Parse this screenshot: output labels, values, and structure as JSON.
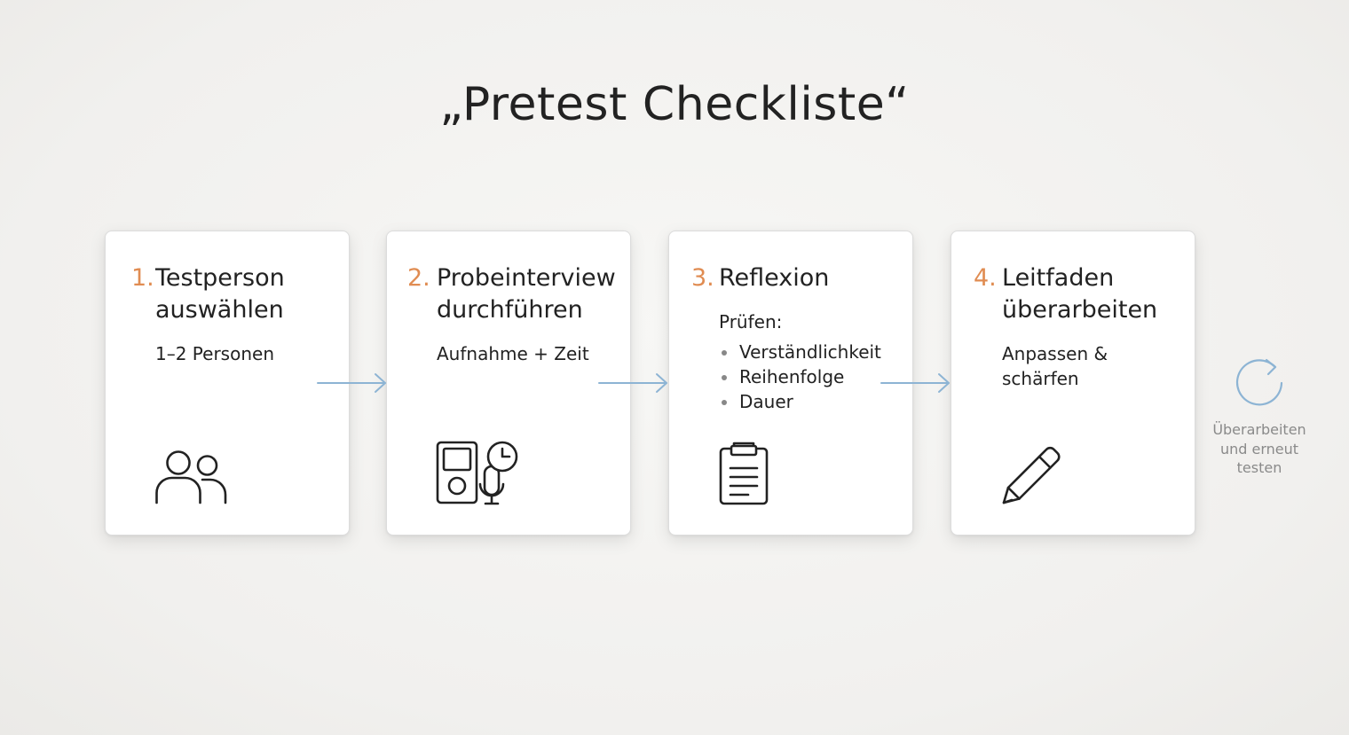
{
  "title": "„Pretest Checkliste“",
  "steps": [
    {
      "number": "1.",
      "title": "Testperson auswählen",
      "subtitle": "1–2 Personen",
      "icon": "people-icon"
    },
    {
      "number": "2.",
      "title": "Probeinterview durchführen",
      "subtitle": "Aufnahme + Zeit",
      "icon": "recorder-microphone-clock-icon"
    },
    {
      "number": "3.",
      "title": "Reflexion",
      "subtitle": "Prüfen:",
      "items": [
        "Verständlichkeit",
        "Reihenfolge",
        "Dauer"
      ],
      "icon": "clipboard-icon"
    },
    {
      "number": "4.",
      "title": "Leitfaden überarbeiten",
      "subtitle": "Anpassen & schärfen",
      "icon": "pencil-icon"
    }
  ],
  "loop": {
    "label": "Überarbeiten und erneut testen",
    "icon": "refresh-icon"
  },
  "colors": {
    "accent": "#e08c52",
    "arrow": "#8db4d4",
    "text": "#222222",
    "muted": "#8a8a8a"
  }
}
